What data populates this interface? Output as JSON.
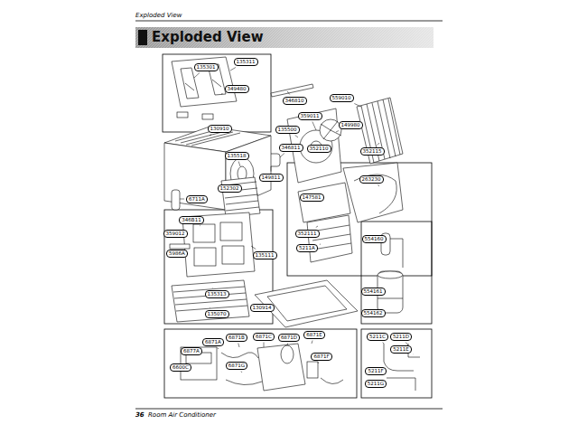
{
  "diagram": {
    "title": "Exploded View",
    "nodes": [
      {
        "text": [
          "135311"
        ]
      },
      {
        "text": [
          "135301"
        ]
      },
      {
        "text": [
          "349480"
        ]
      },
      {
        "text": [
          "346810"
        ]
      },
      {
        "text": [
          "559010"
        ]
      },
      {
        "text": [
          "359011"
        ]
      },
      {
        "text": [
          "149980"
        ]
      },
      {
        "text": [
          "135500"
        ]
      },
      {
        "text": [
          "346811"
        ]
      },
      {
        "text": [
          "352110"
        ]
      },
      {
        "text": [
          "352115"
        ]
      },
      {
        "text": [
          "263230"
        ]
      },
      {
        "text": [
          "149811"
        ]
      },
      {
        "text": [
          "135518"
        ]
      },
      {
        "text": [
          "130910"
        ]
      },
      {
        "text": [
          "152302"
        ]
      },
      {
        "text": [
          "6711A"
        ]
      },
      {
        "text": [
          "147581"
        ]
      },
      {
        "text": [
          "352111"
        ]
      },
      {
        "text": [
          "5211A"
        ]
      },
      {
        "text": [
          "135111"
        ]
      },
      {
        "text": [
          "346B11"
        ]
      },
      {
        "text": [
          "359012"
        ]
      },
      {
        "text": [
          "5986A"
        ]
      },
      {
        "text": [
          "135313"
        ]
      },
      {
        "text": [
          "135070"
        ]
      },
      {
        "text": [
          "130914"
        ]
      },
      {
        "text": [
          "554160"
        ]
      },
      {
        "text": [
          "554161"
        ]
      },
      {
        "text": [
          "554162"
        ]
      },
      {
        "text": [
          "5211C"
        ]
      },
      {
        "text": [
          "5211D"
        ]
      },
      {
        "text": [
          "5211E"
        ]
      },
      {
        "text": [
          "5211F"
        ]
      },
      {
        "text": [
          "5211G"
        ]
      },
      {
        "text": [
          "6871A"
        ]
      },
      {
        "text": [
          "6871B"
        ]
      },
      {
        "text": [
          "6871C"
        ]
      },
      {
        "text": [
          "6871D"
        ]
      },
      {
        "text": [
          "6871E"
        ]
      },
      {
        "text": [
          "6871F"
        ]
      },
      {
        "text": [
          "6877A"
        ]
      },
      {
        "text": [
          "6600C"
        ]
      },
      {
        "text": [
          "6871G"
        ]
      }
    ],
    "labels": [
      "Exploded View",
      "36",
      "Room Air Conditioner"
    ]
  }
}
